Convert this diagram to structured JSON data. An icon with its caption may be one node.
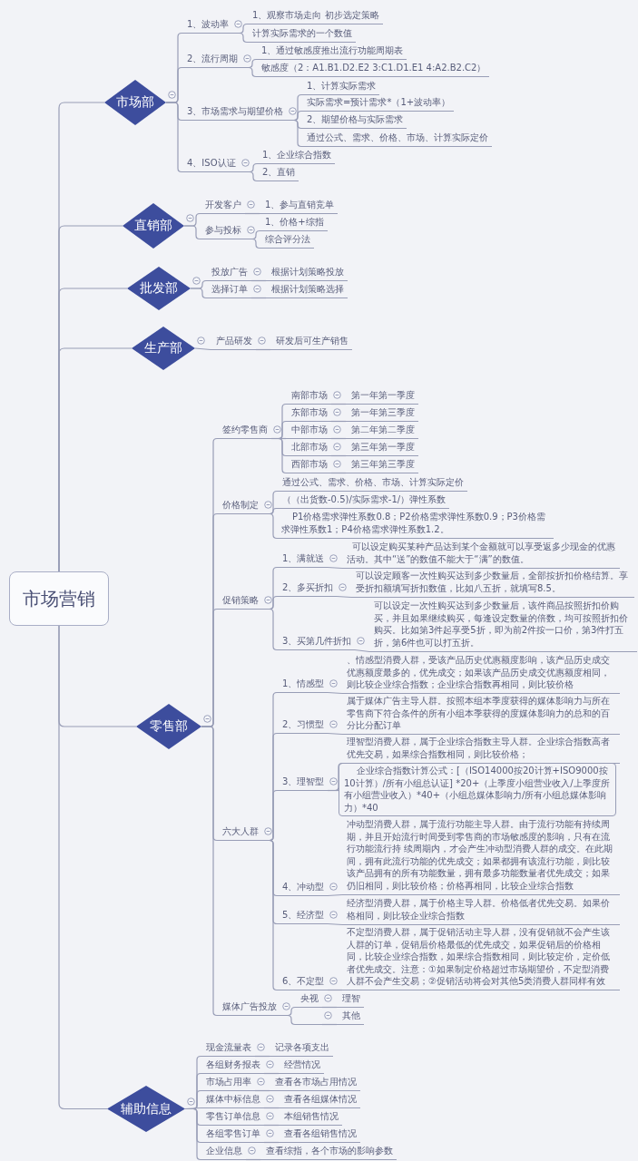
{
  "diagram": {
    "nodes": [
      {
        "text": [
          "市场营销"
        ]
      },
      {
        "text": [
          "市场部"
        ]
      },
      {
        "text": [
          "1、波动率"
        ]
      },
      {
        "text": [
          "1、观察市场走向 初步选定策略"
        ]
      },
      {
        "text": [
          "计算实际需求的一个数值"
        ]
      },
      {
        "text": [
          "2、流行周期"
        ]
      },
      {
        "text": [
          "1、通过敏感度推出流行功能周期表"
        ]
      },
      {
        "text": [
          "敏感度（2：A1.B1.D2.E2 3:C1.D1.E1 4:A2.B2.C2）"
        ]
      },
      {
        "text": [
          "3、市场需求与期望价格"
        ]
      },
      {
        "text": [
          "1、计算实际需求"
        ]
      },
      {
        "text": [
          "实际需求=预计需求*（1+波动率）"
        ]
      },
      {
        "text": [
          "2、期望价格与实际需求"
        ]
      },
      {
        "text": [
          "通过公式、需求、价格、市场、计算实际定价"
        ]
      },
      {
        "text": [
          "4、ISO认证"
        ]
      },
      {
        "text": [
          "1、企业综合指数"
        ]
      },
      {
        "text": [
          "2、直销"
        ]
      },
      {
        "text": [
          "直销部"
        ]
      },
      {
        "text": [
          "开发客户"
        ]
      },
      {
        "text": [
          "1、参与直销竞单"
        ]
      },
      {
        "text": [
          "参与投标"
        ]
      },
      {
        "text": [
          "1、价格+综指"
        ]
      },
      {
        "text": [
          "综合评分法"
        ]
      },
      {
        "text": [
          "批发部"
        ]
      },
      {
        "text": [
          "投放广告"
        ]
      },
      {
        "text": [
          "根据计划策略投放"
        ]
      },
      {
        "text": [
          "选择订单"
        ]
      },
      {
        "text": [
          "根据计划策略选择"
        ]
      },
      {
        "text": [
          "生产部"
        ]
      },
      {
        "text": [
          "产品研发"
        ]
      },
      {
        "text": [
          "研发后可生产销售"
        ]
      },
      {
        "text": [
          "零售部"
        ]
      },
      {
        "text": [
          "签约零售商"
        ]
      },
      {
        "text": [
          "南部市场"
        ]
      },
      {
        "text": [
          "第一年第一季度"
        ]
      },
      {
        "text": [
          "东部市场"
        ]
      },
      {
        "text": [
          "第一年第三季度"
        ]
      },
      {
        "text": [
          "中部市场"
        ]
      },
      {
        "text": [
          "第二年第二季度"
        ]
      },
      {
        "text": [
          "北部市场"
        ]
      },
      {
        "text": [
          "第三年第一季度"
        ]
      },
      {
        "text": [
          "西部市场"
        ]
      },
      {
        "text": [
          "第三年第三季度"
        ]
      },
      {
        "text": [
          "价格制定"
        ]
      },
      {
        "text": [
          "通过公式、需求、价格、市场、计算实际定价"
        ]
      },
      {
        "text": [
          "（（出货数-0.5)/实际需求-1/）弹性系数"
        ]
      },
      {
        "text": [
          "P1价格需求弹性系数0.8；P2价格需求弹性系数0.9；P3价格需求弹性系数1；P4价格需求弹性系数1.2。"
        ]
      },
      {
        "text": [
          "促销策略"
        ]
      },
      {
        "text": [
          "1、满就送"
        ]
      },
      {
        "text": [
          "可以设定购买某种产品达到某个金额就可以享受返多少现金的优惠活动。其中“送”的数值不能大于“满”的数值。"
        ]
      },
      {
        "text": [
          "2、多买折扣"
        ]
      },
      {
        "text": [
          "可以设定顾客一次性购买达到多少数量后，全部按折扣价格结算。享受折扣额填写折扣数值，比如八五折，就填写8.5。"
        ]
      },
      {
        "text": [
          "3、买第几件折扣"
        ]
      },
      {
        "text": [
          "可以设定一次性购买达到多少数量后，该件商品按照折扣价购买，并且如果继续购买，每逢设定数量的倍数，均可按照折扣价购买。比如第3件起享受5折，即为前2件按一口价，第3件打五折，第6件也可以打五折。"
        ]
      },
      {
        "text": [
          "六大人群"
        ]
      },
      {
        "text": [
          "1、情感型"
        ]
      },
      {
        "text": [
          "、情感型消费人群，受该产品历史优惠额度影响，该产品历史成交优惠额度最多的，优先成交；如果该产品历史成交优惠额度相同，则比较企业综合指数；企业综合指数再相同，则比较价格"
        ]
      },
      {
        "text": [
          "2、习惯型"
        ]
      },
      {
        "text": [
          "属于媒体广告主导人群。按照本组本季度获得的媒体影响力与所在零售商下符合条件的所有小组本季获得的度媒体影响力的总和的百分比分配订单"
        ]
      },
      {
        "text": [
          "3、理智型"
        ]
      },
      {
        "text": [
          "理智型消费人群，属于企业综合指数主导人群。企业综合指数高者优先交易，如果综合指数相同，则比较价格；"
        ]
      },
      {
        "text": [
          "企业综合指数计算公式：[（ISO14000按20计算+ISO9000按10计算）/所有小组总认证] *20+（上季度小组营业收入/上季度所有小组营业收入）*40+（小组总媒体影响力/所有小组总媒体影响力）*40"
        ]
      },
      {
        "text": [
          "4、冲动型"
        ]
      },
      {
        "text": [
          "冲动型消费人群，属于流行功能主导人群。由于流行功能有持续周期，并且开始流行时间受到零售商的市场敏感度的影响，只有在流行功能流行持 续周期内，才会产生冲动型消费人群的成交。在此期间，拥有此流行功能的优先成交；如果都拥有该流行功能，则比较该产品拥有的所有功能数量，拥有最多功能数量者优先成交；如果仍旧相同，则比较价格；价格再相同，比较企业综合指数"
        ]
      },
      {
        "text": [
          "5、经济型"
        ]
      },
      {
        "text": [
          "经济型消费人群，属于价格主导人群。价格低者优先交易。如果价格相同，则比较企业综合指数"
        ]
      },
      {
        "text": [
          "6、不定型"
        ]
      },
      {
        "text": [
          "不定型消费人群，属于促销活动主导人群，没有促销就不会产生该人群的订单，促销后价格最低的优先成交，如果促销后的价格相同，比较企业综合指数，如果综合指数相同，则比较定价，定价低者优先成交。注意：①如果制定价格超过市场期望价，不定型消费人群不会产生交易；②促销活动将会对其他5类消费人群同样有效"
        ]
      },
      {
        "text": [
          "媒体广告投放"
        ]
      },
      {
        "text": [
          "央视"
        ]
      },
      {
        "text": [
          "理智"
        ]
      },
      {
        "text": [],
        "shape": "line"
      },
      {
        "text": [
          "其他"
        ]
      },
      {
        "text": [
          "辅助信息"
        ]
      },
      {
        "text": [
          "现金流量表"
        ]
      },
      {
        "text": [
          "记录各项支出"
        ]
      },
      {
        "text": [
          "各组财务报表"
        ]
      },
      {
        "text": [
          "经营情况"
        ]
      },
      {
        "text": [
          "市场占用率"
        ]
      },
      {
        "text": [
          "查看各市场占用情况"
        ]
      },
      {
        "text": [
          "媒体中标信息"
        ]
      },
      {
        "text": [
          "查看各组媒体情况"
        ]
      },
      {
        "text": [
          "零售订单信息"
        ]
      },
      {
        "text": [
          "本组销售情况"
        ]
      },
      {
        "text": [
          "各组零售订单"
        ]
      },
      {
        "text": [
          "查看各组销售情况"
        ]
      },
      {
        "text": [
          "企业信息"
        ]
      },
      {
        "text": [
          "查看综指，各个市场的影响参数"
        ]
      }
    ],
    "edges": [
      {
        "from": 0,
        "to": 1,
        "arrow": "none"
      },
      {
        "from": 0,
        "to": 16,
        "arrow": "none"
      },
      {
        "from": 0,
        "to": 22,
        "arrow": "none"
      },
      {
        "from": 0,
        "to": 27,
        "arrow": "none"
      },
      {
        "from": 0,
        "to": 30,
        "arrow": "none"
      },
      {
        "from": 0,
        "to": 72,
        "arrow": "none"
      },
      {
        "from": 1,
        "to": 2,
        "arrow": "none"
      },
      {
        "from": 1,
        "to": 5,
        "arrow": "none"
      },
      {
        "from": 1,
        "to": 8,
        "arrow": "none"
      },
      {
        "from": 1,
        "to": 13,
        "arrow": "none"
      },
      {
        "from": 2,
        "to": 3,
        "arrow": "none"
      },
      {
        "from": 2,
        "to": 4,
        "arrow": "none"
      },
      {
        "from": 5,
        "to": 6,
        "arrow": "none"
      },
      {
        "from": 5,
        "to": 7,
        "arrow": "none"
      },
      {
        "from": 8,
        "to": 9,
        "arrow": "none"
      },
      {
        "from": 8,
        "to": 10,
        "arrow": "none"
      },
      {
        "from": 8,
        "to": 11,
        "arrow": "none"
      },
      {
        "from": 8,
        "to": 12,
        "arrow": "none"
      },
      {
        "from": 13,
        "to": 14,
        "arrow": "none"
      },
      {
        "from": 13,
        "to": 15,
        "arrow": "none"
      },
      {
        "from": 16,
        "to": 17,
        "arrow": "none"
      },
      {
        "from": 16,
        "to": 19,
        "arrow": "none"
      },
      {
        "from": 17,
        "to": 18,
        "arrow": "none"
      },
      {
        "from": 19,
        "to": 20,
        "arrow": "none"
      },
      {
        "from": 19,
        "to": 21,
        "arrow": "none"
      },
      {
        "from": 22,
        "to": 23,
        "arrow": "none"
      },
      {
        "from": 22,
        "to": 25,
        "arrow": "none"
      },
      {
        "from": 23,
        "to": 24,
        "arrow": "none"
      },
      {
        "from": 25,
        "to": 26,
        "arrow": "none"
      },
      {
        "from": 27,
        "to": 28,
        "arrow": "none"
      },
      {
        "from": 28,
        "to": 29,
        "arrow": "none"
      },
      {
        "from": 30,
        "to": 31,
        "arrow": "none"
      },
      {
        "from": 30,
        "to": 42,
        "arrow": "none"
      },
      {
        "from": 30,
        "to": 46,
        "arrow": "none"
      },
      {
        "from": 30,
        "to": 53,
        "arrow": "none"
      },
      {
        "from": 30,
        "to": 67,
        "arrow": "none"
      },
      {
        "from": 31,
        "to": 32,
        "arrow": "none"
      },
      {
        "from": 31,
        "to": 34,
        "arrow": "none"
      },
      {
        "from": 31,
        "to": 36,
        "arrow": "none"
      },
      {
        "from": 31,
        "to": 38,
        "arrow": "none"
      },
      {
        "from": 31,
        "to": 40,
        "arrow": "none"
      },
      {
        "from": 32,
        "to": 33,
        "arrow": "none"
      },
      {
        "from": 34,
        "to": 35,
        "arrow": "none"
      },
      {
        "from": 36,
        "to": 37,
        "arrow": "none"
      },
      {
        "from": 38,
        "to": 39,
        "arrow": "none"
      },
      {
        "from": 40,
        "to": 41,
        "arrow": "none"
      },
      {
        "from": 42,
        "to": 43,
        "arrow": "none"
      },
      {
        "from": 42,
        "to": 44,
        "arrow": "none"
      },
      {
        "from": 42,
        "to": 45,
        "arrow": "none"
      },
      {
        "from": 46,
        "to": 47,
        "arrow": "none"
      },
      {
        "from": 46,
        "to": 49,
        "arrow": "none"
      },
      {
        "from": 46,
        "to": 51,
        "arrow": "none"
      },
      {
        "from": 47,
        "to": 48,
        "arrow": "none"
      },
      {
        "from": 49,
        "to": 50,
        "arrow": "none"
      },
      {
        "from": 51,
        "to": 52,
        "arrow": "none"
      },
      {
        "from": 53,
        "to": 54,
        "arrow": "none"
      },
      {
        "from": 53,
        "to": 56,
        "arrow": "none"
      },
      {
        "from": 53,
        "to": 58,
        "arrow": "none"
      },
      {
        "from": 53,
        "to": 61,
        "arrow": "none"
      },
      {
        "from": 53,
        "to": 63,
        "arrow": "none"
      },
      {
        "from": 53,
        "to": 65,
        "arrow": "none"
      },
      {
        "from": 54,
        "to": 55,
        "arrow": "none"
      },
      {
        "from": 56,
        "to": 57,
        "arrow": "none"
      },
      {
        "from": 58,
        "to": 59,
        "arrow": "none"
      },
      {
        "from": 58,
        "to": 60,
        "arrow": "none"
      },
      {
        "from": 61,
        "to": 62,
        "arrow": "none"
      },
      {
        "from": 63,
        "to": 64,
        "arrow": "none"
      },
      {
        "from": 65,
        "to": 66,
        "arrow": "none"
      },
      {
        "from": 67,
        "to": 68,
        "arrow": "none"
      },
      {
        "from": 67,
        "to": 70,
        "arrow": "none"
      },
      {
        "from": 68,
        "to": 69,
        "arrow": "none"
      },
      {
        "from": 70,
        "to": 71,
        "arrow": "none"
      },
      {
        "from": 72,
        "to": 73,
        "arrow": "none"
      },
      {
        "from": 72,
        "to": 75,
        "arrow": "none"
      },
      {
        "from": 72,
        "to": 77,
        "arrow": "none"
      },
      {
        "from": 72,
        "to": 79,
        "arrow": "none"
      },
      {
        "from": 72,
        "to": 81,
        "arrow": "none"
      },
      {
        "from": 72,
        "to": 83,
        "arrow": "none"
      },
      {
        "from": 72,
        "to": 85,
        "arrow": "none"
      },
      {
        "from": 73,
        "to": 74,
        "arrow": "none"
      },
      {
        "from": 75,
        "to": 76,
        "arrow": "none"
      },
      {
        "from": 77,
        "to": 78,
        "arrow": "none"
      },
      {
        "from": 79,
        "to": 80,
        "arrow": "none"
      },
      {
        "from": 81,
        "to": 82,
        "arrow": "none"
      },
      {
        "from": 83,
        "to": 84,
        "arrow": "none"
      },
      {
        "from": 85,
        "to": 86,
        "arrow": "none"
      }
    ]
  }
}
